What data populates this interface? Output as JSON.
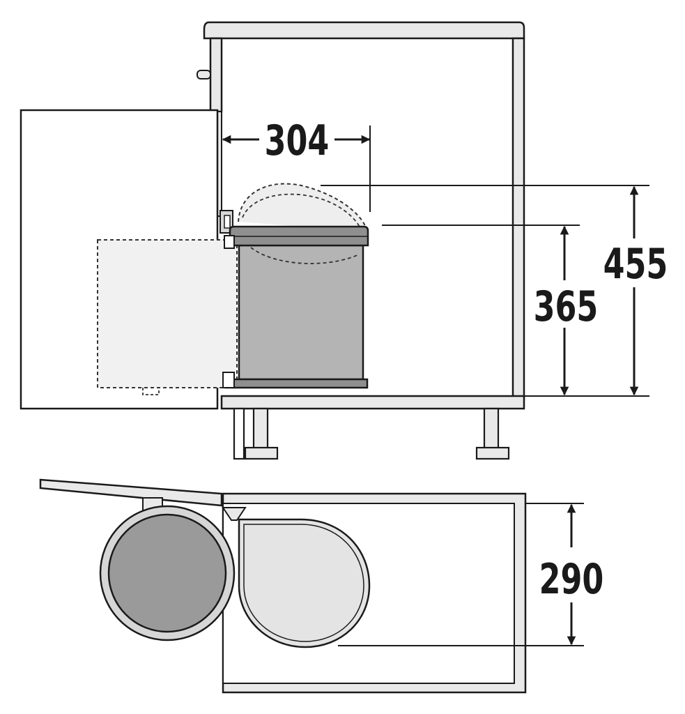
{
  "dimensions": {
    "width_label": "304",
    "height_total_label": "455",
    "height_bin_label": "365",
    "depth_label": "290"
  },
  "colors": {
    "line": "#1a1a1a",
    "cabinet_fill": "#e9e9e9",
    "cabinet_inner": "#ffffff",
    "bin_fill": "#b4b4b4",
    "bin_rim": "#8f8f8f",
    "ghost_fill": "#eeeeee",
    "bin_dark": "#9a9a9a"
  },
  "icons": [
    "arrow-left-icon",
    "arrow-right-icon",
    "arrow-up-icon",
    "arrow-down-icon"
  ]
}
